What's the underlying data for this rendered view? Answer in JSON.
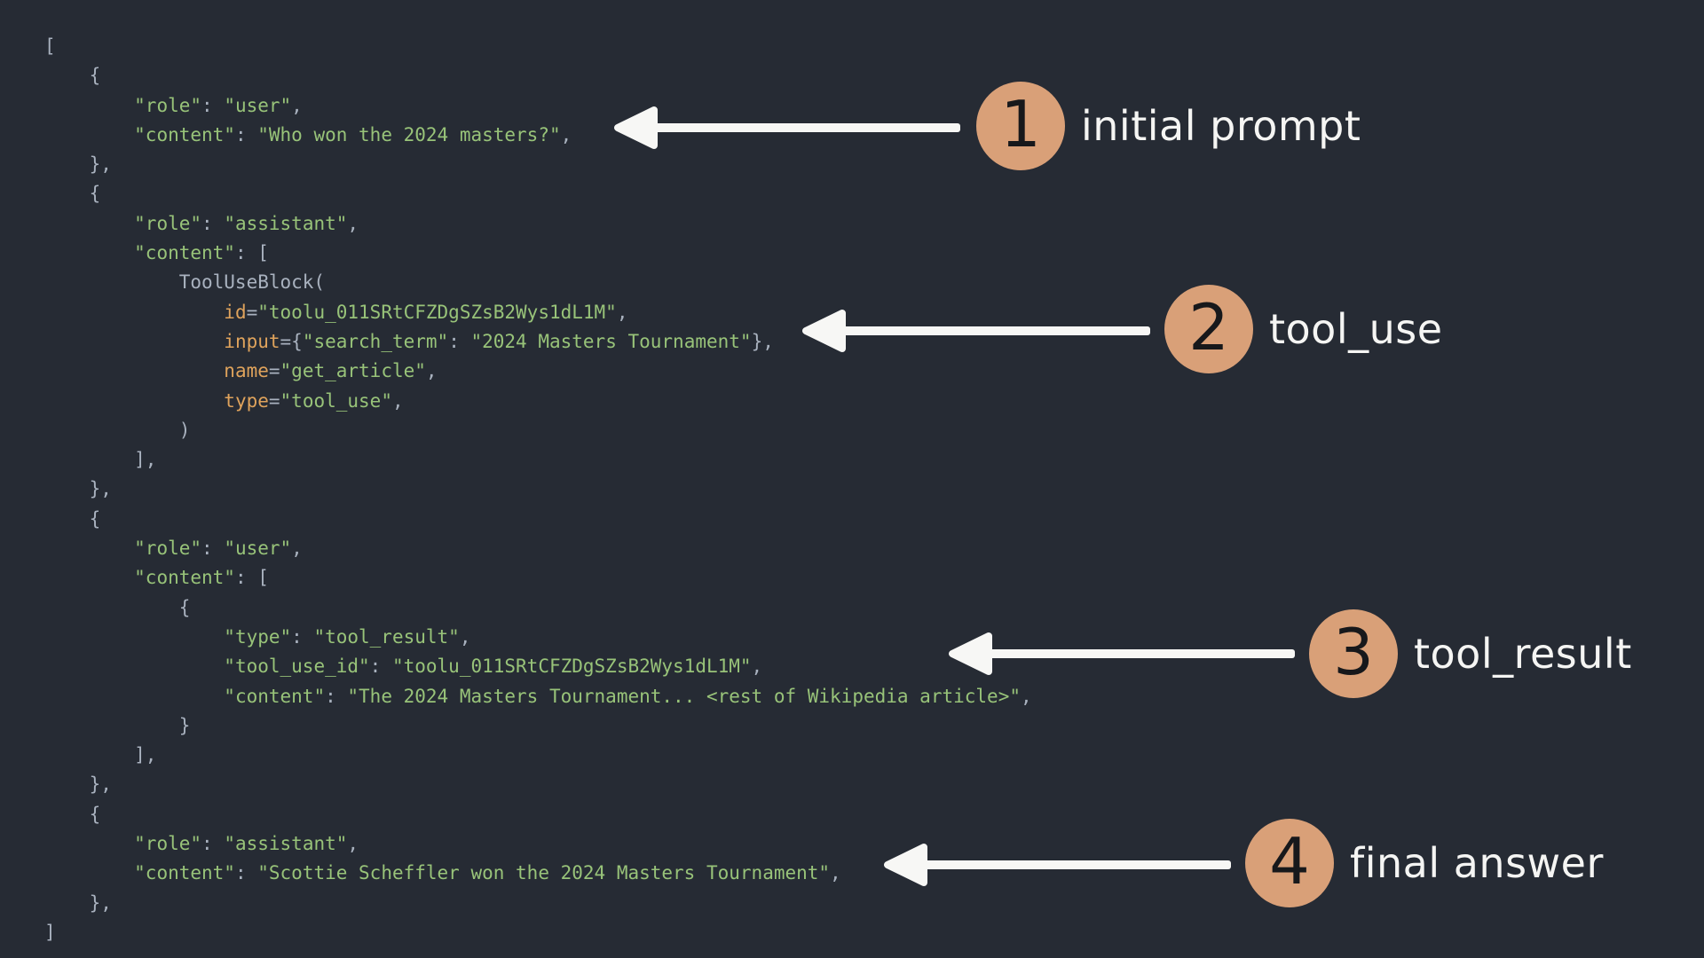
{
  "background": "#262b34",
  "colors": {
    "code_punctuation": "#a9b2bf",
    "code_string": "#98c379",
    "code_keyword": "#dfa35c",
    "circle_fill": "#d9a078",
    "circle_number": "#17181b",
    "arrow": "#f7f7f5",
    "label_text": "#f5f5f3"
  },
  "code": {
    "indent_size": 4,
    "lines": [
      {
        "ind": 0,
        "seg": [
          [
            "p",
            "["
          ]
        ]
      },
      {
        "ind": 1,
        "seg": [
          [
            "p",
            "{"
          ]
        ]
      },
      {
        "ind": 2,
        "seg": [
          [
            "s",
            "\"role\""
          ],
          [
            "p",
            ": "
          ],
          [
            "s",
            "\"user\""
          ],
          [
            "p",
            ","
          ]
        ]
      },
      {
        "ind": 2,
        "seg": [
          [
            "s",
            "\"content\""
          ],
          [
            "p",
            ": "
          ],
          [
            "s",
            "\"Who won the 2024 masters?\""
          ],
          [
            "p",
            ","
          ]
        ]
      },
      {
        "ind": 1,
        "seg": [
          [
            "p",
            "},"
          ]
        ]
      },
      {
        "ind": 1,
        "seg": [
          [
            "p",
            "{"
          ]
        ]
      },
      {
        "ind": 2,
        "seg": [
          [
            "s",
            "\"role\""
          ],
          [
            "p",
            ": "
          ],
          [
            "s",
            "\"assistant\""
          ],
          [
            "p",
            ","
          ]
        ]
      },
      {
        "ind": 2,
        "seg": [
          [
            "s",
            "\"content\""
          ],
          [
            "p",
            ": ["
          ]
        ]
      },
      {
        "ind": 3,
        "seg": [
          [
            "p",
            "ToolUseBlock("
          ]
        ]
      },
      {
        "ind": 4,
        "seg": [
          [
            "o",
            "id"
          ],
          [
            "p",
            "="
          ],
          [
            "s",
            "\"toolu_011SRtCFZDgSZsB2Wys1dL1M\""
          ],
          [
            "p",
            ","
          ]
        ]
      },
      {
        "ind": 4,
        "seg": [
          [
            "o",
            "input"
          ],
          [
            "p",
            "={"
          ],
          [
            "s",
            "\"search_term\""
          ],
          [
            "p",
            ": "
          ],
          [
            "s",
            "\"2024 Masters Tournament\""
          ],
          [
            "p",
            "},"
          ]
        ]
      },
      {
        "ind": 4,
        "seg": [
          [
            "o",
            "name"
          ],
          [
            "p",
            "="
          ],
          [
            "s",
            "\"get_article\""
          ],
          [
            "p",
            ","
          ]
        ]
      },
      {
        "ind": 4,
        "seg": [
          [
            "o",
            "type"
          ],
          [
            "p",
            "="
          ],
          [
            "s",
            "\"tool_use\""
          ],
          [
            "p",
            ","
          ]
        ]
      },
      {
        "ind": 3,
        "seg": [
          [
            "p",
            ")"
          ]
        ]
      },
      {
        "ind": 2,
        "seg": [
          [
            "p",
            "],"
          ]
        ]
      },
      {
        "ind": 1,
        "seg": [
          [
            "p",
            "},"
          ]
        ]
      },
      {
        "ind": 1,
        "seg": [
          [
            "p",
            "{"
          ]
        ]
      },
      {
        "ind": 2,
        "seg": [
          [
            "s",
            "\"role\""
          ],
          [
            "p",
            ": "
          ],
          [
            "s",
            "\"user\""
          ],
          [
            "p",
            ","
          ]
        ]
      },
      {
        "ind": 2,
        "seg": [
          [
            "s",
            "\"content\""
          ],
          [
            "p",
            ": ["
          ]
        ]
      },
      {
        "ind": 3,
        "seg": [
          [
            "p",
            "{"
          ]
        ]
      },
      {
        "ind": 4,
        "seg": [
          [
            "s",
            "\"type\""
          ],
          [
            "p",
            ": "
          ],
          [
            "s",
            "\"tool_result\""
          ],
          [
            "p",
            ","
          ]
        ]
      },
      {
        "ind": 4,
        "seg": [
          [
            "s",
            "\"tool_use_id\""
          ],
          [
            "p",
            ": "
          ],
          [
            "s",
            "\"toolu_011SRtCFZDgSZsB2Wys1dL1M\""
          ],
          [
            "p",
            ","
          ]
        ]
      },
      {
        "ind": 4,
        "seg": [
          [
            "s",
            "\"content\""
          ],
          [
            "p",
            ": "
          ],
          [
            "s",
            "\"The 2024 Masters Tournament... <rest of Wikipedia article>\""
          ],
          [
            "p",
            ","
          ]
        ]
      },
      {
        "ind": 3,
        "seg": [
          [
            "p",
            "}"
          ]
        ]
      },
      {
        "ind": 2,
        "seg": [
          [
            "p",
            "],"
          ]
        ]
      },
      {
        "ind": 1,
        "seg": [
          [
            "p",
            "},"
          ]
        ]
      },
      {
        "ind": 1,
        "seg": [
          [
            "p",
            "{"
          ]
        ]
      },
      {
        "ind": 2,
        "seg": [
          [
            "s",
            "\"role\""
          ],
          [
            "p",
            ": "
          ],
          [
            "s",
            "\"assistant\""
          ],
          [
            "p",
            ","
          ]
        ]
      },
      {
        "ind": 2,
        "seg": [
          [
            "s",
            "\"content\""
          ],
          [
            "p",
            ": "
          ],
          [
            "s",
            "\"Scottie Scheffler won the 2024 Masters Tournament\""
          ],
          [
            "p",
            ","
          ]
        ]
      },
      {
        "ind": 1,
        "seg": [
          [
            "p",
            "},"
          ]
        ]
      },
      {
        "ind": 0,
        "seg": [
          [
            "p",
            "]"
          ]
        ]
      }
    ]
  },
  "annotations": [
    {
      "number": "1",
      "label": "initial prompt"
    },
    {
      "number": "2",
      "label": "tool_use"
    },
    {
      "number": "3",
      "label": "tool_result"
    },
    {
      "number": "4",
      "label": "final answer"
    }
  ]
}
